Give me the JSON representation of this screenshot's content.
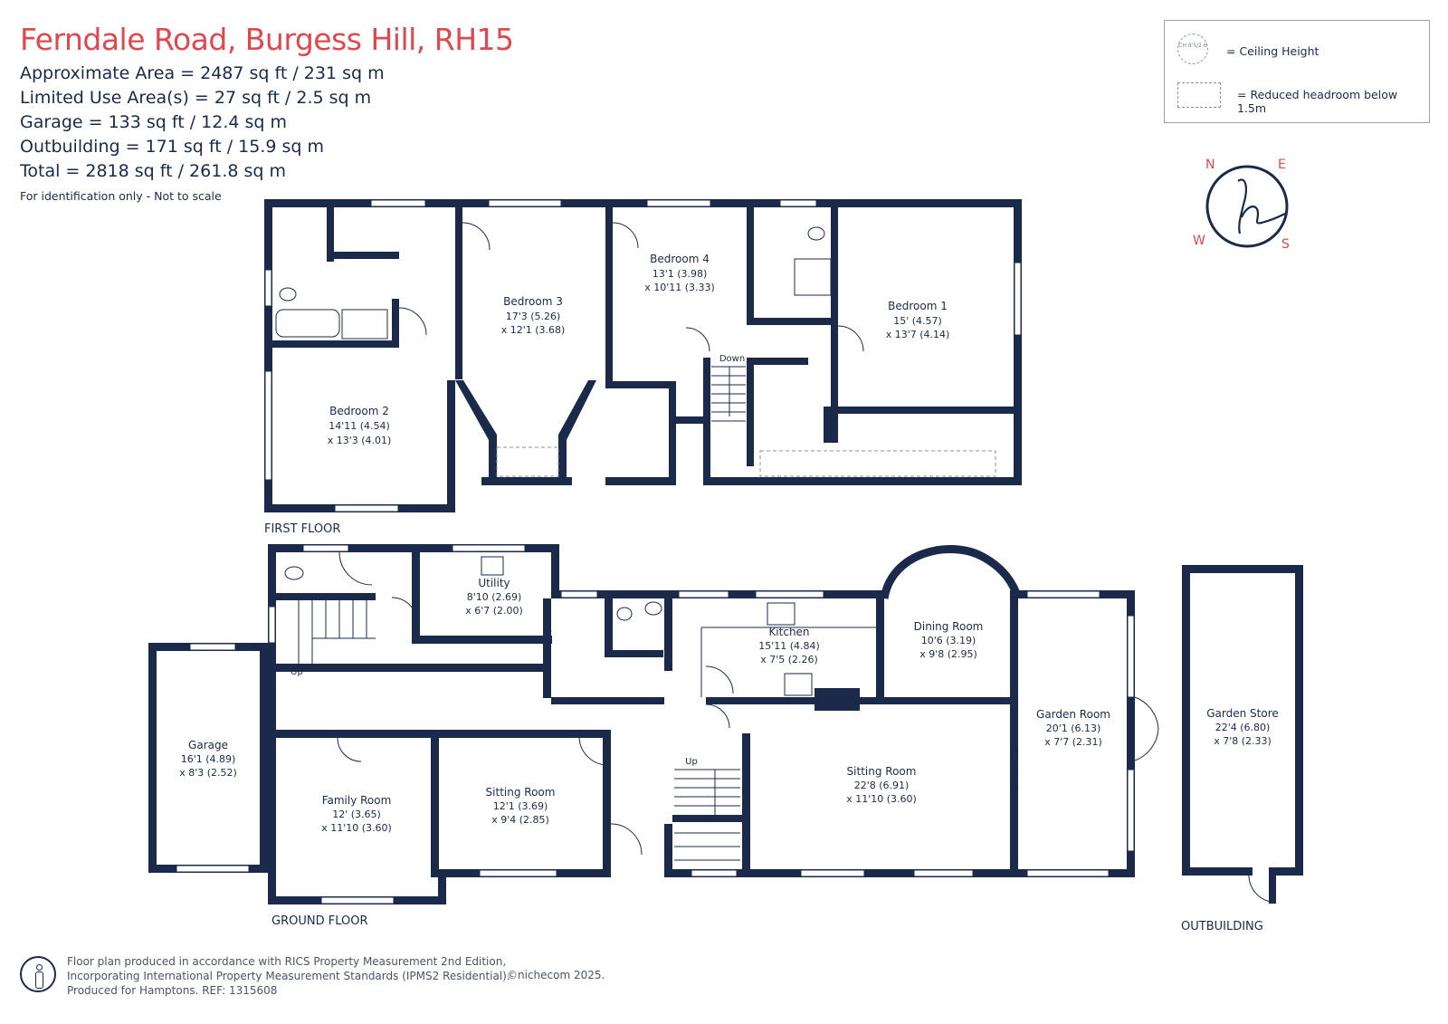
{
  "header": {
    "title": "Ferndale Road, Burgess Hill, RH15",
    "stats": [
      "Approximate Area = 2487 sq ft / 231 sq m",
      "Limited Use Area(s) = 27 sq ft / 2.5 sq m",
      "Garage = 133 sq ft / 12.4 sq m",
      "Outbuilding = 171 sq ft / 15.9 sq m",
      "Total = 2818 sq ft / 261.8 sq m"
    ],
    "disclaimer": "For identification only - Not to scale"
  },
  "legend": {
    "ceiling_label": "= Ceiling Height",
    "ceiling_icon_text": "CH 8'5/2.6",
    "headroom_label": "= Reduced headroom below 1.5m"
  },
  "compass": {
    "n": "N",
    "e": "E",
    "s": "S",
    "w": "W",
    "logo": "h"
  },
  "floors": {
    "first": "FIRST FLOOR",
    "ground": "GROUND FLOOR",
    "outbuilding": "OUTBUILDING"
  },
  "rooms": {
    "bedroom2": {
      "name": "Bedroom 2",
      "d1": "14'11 (4.54)",
      "d2": "x 13'3 (4.01)"
    },
    "bedroom3": {
      "name": "Bedroom 3",
      "d1": "17'3 (5.26)",
      "d2": "x 12'1 (3.68)"
    },
    "bedroom4": {
      "name": "Bedroom 4",
      "d1": "13'1 (3.98)",
      "d2": "x 10'11 (3.33)"
    },
    "bedroom1": {
      "name": "Bedroom 1",
      "d1": "15' (4.57)",
      "d2": "x 13'7 (4.14)"
    },
    "utility": {
      "name": "Utility",
      "d1": "8'10 (2.69)",
      "d2": "x 6'7 (2.00)"
    },
    "kitchen": {
      "name": "Kitchen",
      "d1": "15'11 (4.84)",
      "d2": "x 7'5 (2.26)"
    },
    "dining": {
      "name": "Dining Room",
      "d1": "10'6 (3.19)",
      "d2": "x 9'8 (2.95)"
    },
    "garden_room": {
      "name": "Garden Room",
      "d1": "20'1 (6.13)",
      "d2": "x 7'7 (2.31)"
    },
    "garage": {
      "name": "Garage",
      "d1": "16'1 (4.89)",
      "d2": "x 8'3 (2.52)"
    },
    "family": {
      "name": "Family Room",
      "d1": "12' (3.65)",
      "d2": "x 11'10 (3.60)"
    },
    "sitting_small": {
      "name": "Sitting Room",
      "d1": "12'1 (3.69)",
      "d2": "x 9'4 (2.85)"
    },
    "sitting_large": {
      "name": "Sitting Room",
      "d1": "22'8 (6.91)",
      "d2": "x 11'10 (3.60)"
    },
    "garden_store": {
      "name": "Garden Store",
      "d1": "22'4 (6.80)",
      "d2": "x 7'8 (2.33)"
    }
  },
  "stairs": {
    "down": "Down",
    "up1": "Up",
    "up2": "Up"
  },
  "footer": {
    "lines": [
      "Floor plan produced in accordance with RICS Property Measurement 2nd Edition,",
      "Incorporating International Property Measurement Standards (IPMS2 Residential).",
      "Produced for Hamptons.   REF:  1315608"
    ],
    "copyright": "©nichecom 2025."
  },
  "colors": {
    "wall": "#1b2a4a",
    "title": "#e0474f"
  }
}
